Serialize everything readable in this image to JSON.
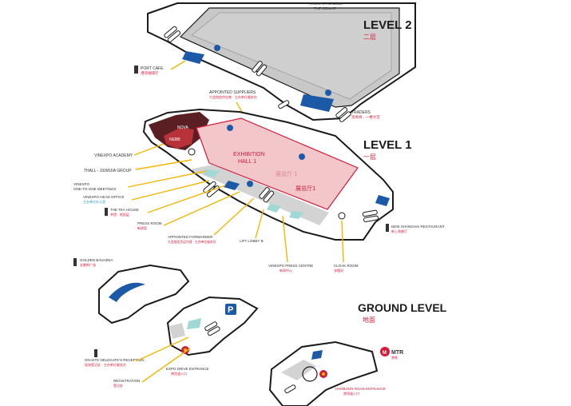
{
  "colors": {
    "outline": "#1a1a1a",
    "floor": "#ffffff",
    "hall": "#c8c8c8",
    "hall_zone": "#f3c6c9",
    "hall_border": "#d21c3c",
    "accent_blue": "#1c5aa8",
    "accent_teal": "#9fd8d4",
    "leader": "#f2b705",
    "text_red": "#d21c3c",
    "text_teal": "#2a9bb5",
    "venue_dark": "#5a1f23",
    "venue_red": "#b8323a"
  },
  "levels": {
    "level2": {
      "title": "LEVEL 2",
      "subtitle": "二层"
    },
    "level1": {
      "title": "LEVEL 1",
      "subtitle": "一层"
    },
    "ground": {
      "title": "GROUND LEVEL",
      "subtitle": "地面"
    }
  },
  "level2_labels": {
    "academy_top": "VINEXPO ACADEMY",
    "academy_top_2": "THE CELLAR",
    "port_cafe": "PORT CAFE",
    "port_cafe_cn": "港湾咖啡厅",
    "appointed_suppliers": "APPOINTED SUPPLIERS",
    "appointed_suppliers_cn": "大会指定供应商 · 主办单位服务台",
    "traders": "TRADERS",
    "traders_cn": "贸易商 · 一楼大堂"
  },
  "level1_labels": {
    "hall_title": "EXHIBITION",
    "hall_title_2": "HALL 1",
    "hall_cn": "展览厅 1",
    "hall_cn_2": "展览厅1",
    "venue_a": "NOVA",
    "venue_b": "NEBB",
    "vinexpo_academy": "VINEXPO ACADEMY",
    "thall": "THALL - JIUMIJIA GROUP",
    "one_to_one_1": "VINEXPO",
    "one_to_one_2": "ONE-TO-ONE MEETINGS",
    "visitors_office": "VINEXPO HEAD OFFICE",
    "visitors_office_cn": "主办单位办公室",
    "tea_house": "THE TEA HOUSE",
    "tea_house_cn": "茶馆 · 地面层",
    "press_room": "PRESS ROOM",
    "press_room_cn": "新闻室",
    "appointed_forwarder": "APPOINTED FORWARDER",
    "appointed_forwarder_cn": "大会指定货运代理 · 主办单位服务台",
    "lift_lobby": "LIFT LOBBY B",
    "press_centre": "VINEXPO PRESS CENTRE",
    "press_centre_cn": "新闻中心",
    "cloak_room": "CLOAK ROOM",
    "cloak_room_cn": "衣帽间",
    "new_restaurant": "NEW SHANGHAI RESTAURANT",
    "new_restaurant_cn": "新上海餐厅"
  },
  "ground_labels": {
    "golden_bauhinia": "GOLDEN BAUHINIA",
    "golden_bauhinia_cn": "金紫荆广场",
    "on_site_reception": "ON-SITE DELEGATE'S RECEPTION",
    "on_site_reception_cn": "现场登记处 · 主办单位服务台",
    "registration": "REGISTRATION",
    "registration_cn": "登记处",
    "expo_entrance": "EXPO DRIVE ENTRANCE",
    "expo_entrance_cn": "博览道入口",
    "harbour_entrance": "HARBOUR ROAD ENTRANCE",
    "harbour_entrance_cn": "港湾道入口",
    "mtr": "MTR",
    "mtr_sub": "港铁",
    "parking": "P"
  },
  "icons": [
    "escalator-icon",
    "info-icon",
    "parking-icon",
    "mtr-icon",
    "restaurant-icon",
    "toilet-icon",
    "lift-icon"
  ]
}
